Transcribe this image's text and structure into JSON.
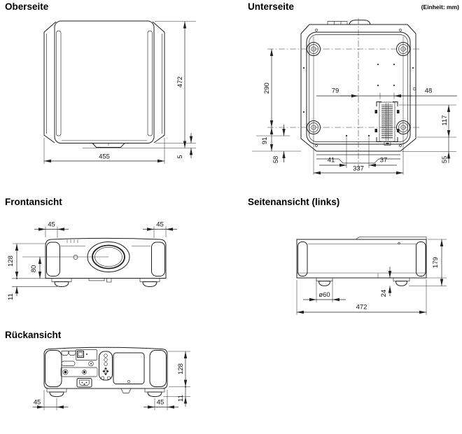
{
  "unit_note": "(Einheit: mm)",
  "views": {
    "oberseite": {
      "title": "Oberseite",
      "dims": {
        "body_width": "455",
        "body_depth": "472",
        "lens_protrusion": "5"
      }
    },
    "unterseite": {
      "title": "Unterseite",
      "dims": {
        "feet_pitch_depth": "290",
        "rear_overhang": "91",
        "hole_to_edge": "58",
        "center_to_grille": "79",
        "grille_width": "48",
        "grille_depth": "117",
        "hole_left_offset": "41",
        "hole_right_offset": "37",
        "feet_pitch_width": "337",
        "edge_clearance": "55"
      }
    },
    "frontansicht": {
      "title": "Frontansicht",
      "dims": {
        "vent_width_left": "45",
        "vent_width_right": "45",
        "body_height": "128",
        "lens_center_height": "80",
        "foot_height": "11"
      }
    },
    "seitenansicht": {
      "title": "Seitenansicht (links)",
      "dims": {
        "total_height": "179",
        "foot_diameter": "ø60",
        "body_depth": "472",
        "foot_clearance": "24"
      }
    },
    "rueckansicht": {
      "title": "Rückansicht",
      "dims": {
        "body_height": "128",
        "foot_height": "11",
        "foot_inset_left": "45",
        "foot_inset_right": "45"
      }
    }
  }
}
